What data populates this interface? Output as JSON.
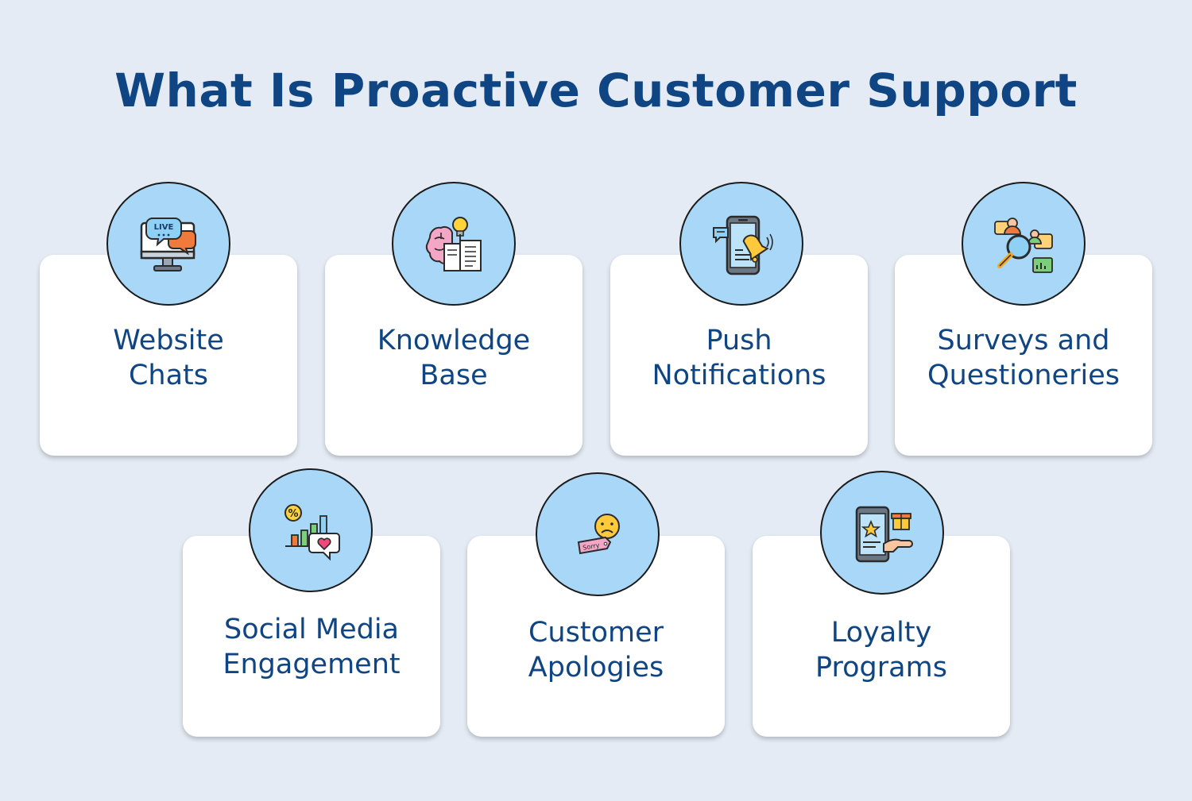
{
  "title": "What Is Proactive Customer Support",
  "items": [
    {
      "line1": "Website",
      "line2": "Chats",
      "icon": "live-chat-monitor-icon"
    },
    {
      "line1": "Knowledge",
      "line2": "Base",
      "icon": "brain-book-lightbulb-icon"
    },
    {
      "line1": "Push",
      "line2": "Notifications",
      "icon": "phone-bell-icon"
    },
    {
      "line1": "Surveys and",
      "line2": "Questioneries",
      "icon": "survey-magnifier-icon"
    },
    {
      "line1": "Social Media",
      "line2": "Engagement",
      "icon": "social-chart-heart-icon"
    },
    {
      "line1": "Customer",
      "line2": "Apologies",
      "icon": "sorry-face-icon"
    },
    {
      "line1": "Loyalty",
      "line2": "Programs",
      "icon": "phone-star-gift-icon"
    }
  ],
  "icon_text": {
    "live": "LIVE",
    "sorry": "Sorry"
  },
  "colors": {
    "title": "#0f4583",
    "badge": "#a8d7f7",
    "background": "#e4ebf4"
  }
}
